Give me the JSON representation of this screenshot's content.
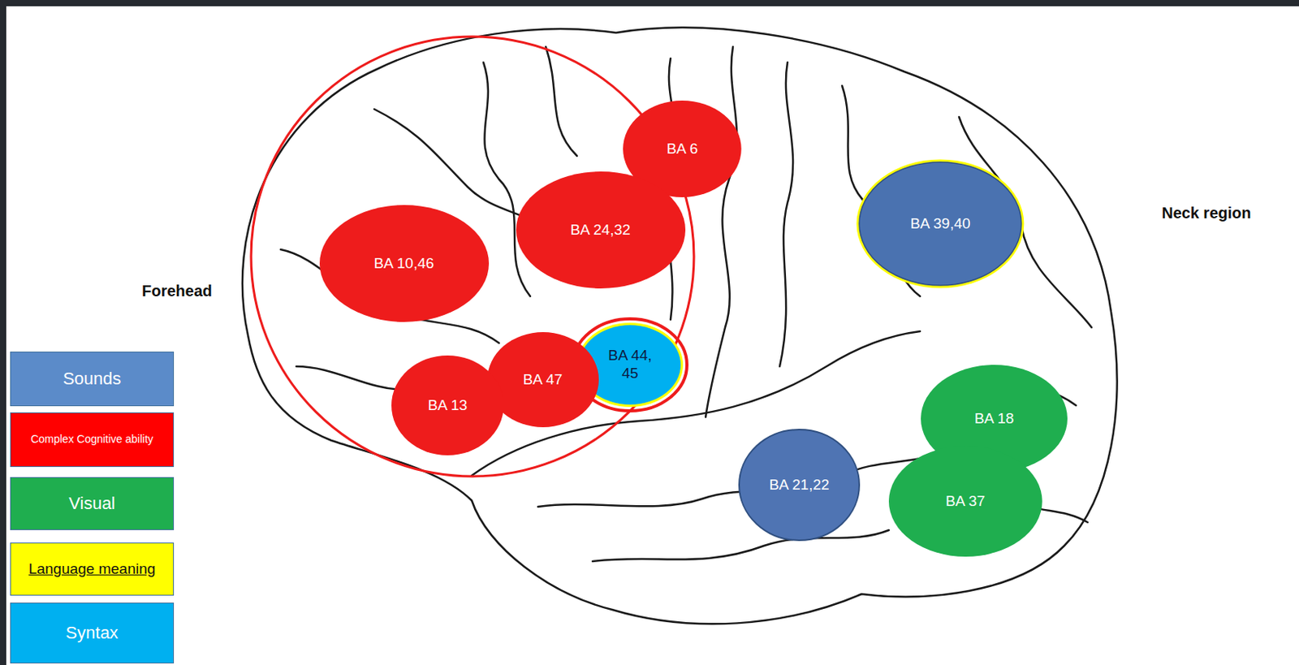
{
  "diagram": {
    "nodes": [
      {
        "text": [
          "BA 6"
        ]
      },
      {
        "text": [
          "BA 10,46"
        ]
      },
      {
        "text": [
          "BA 24,32"
        ]
      },
      {
        "text": [
          "BA 39,40"
        ]
      },
      {
        "text": [
          "BA 44, 45"
        ]
      },
      {
        "text": [
          "BA 47"
        ]
      },
      {
        "text": [
          "BA 13"
        ]
      },
      {
        "text": [
          "BA 18"
        ]
      },
      {
        "text": [
          "BA 21,22"
        ]
      },
      {
        "text": [
          "BA 37"
        ]
      }
    ],
    "labels": [
      "Forehead",
      "Neck region"
    ],
    "legend": [
      {
        "text": "Sounds",
        "color": "#5b8bc9"
      },
      {
        "text": "Complex Cognitive ability",
        "color": "#ff0000"
      },
      {
        "text": "Visual",
        "color": "#1fae4f"
      },
      {
        "text": "Language meaning",
        "color": "#ffff00"
      },
      {
        "text": "Syntax",
        "color": "#00b0f0"
      }
    ]
  }
}
